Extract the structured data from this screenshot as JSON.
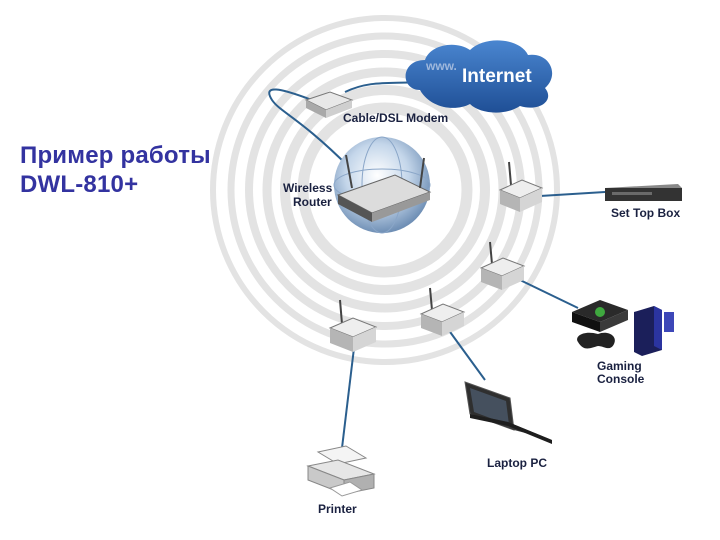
{
  "slide": {
    "title_line1": "Пример работы",
    "title_line2": "DWL-810+"
  },
  "diagram": {
    "internet": {
      "prefix": "www.",
      "label": "Internet"
    },
    "modem_label": "Cable/DSL Modem",
    "router_label_line1": "Wireless",
    "router_label_line2": "Router",
    "devices": {
      "set_top_box": "Set Top Box",
      "gaming_line1": "Gaming",
      "gaming_line2": "Console",
      "laptop": "Laptop PC",
      "printer": "Printer"
    }
  },
  "colors": {
    "title": "#3333a0",
    "cloud": "#2a67b8",
    "cable": "#2b5f8e",
    "label": "#1a2140",
    "wave": "#e5e5e5"
  }
}
